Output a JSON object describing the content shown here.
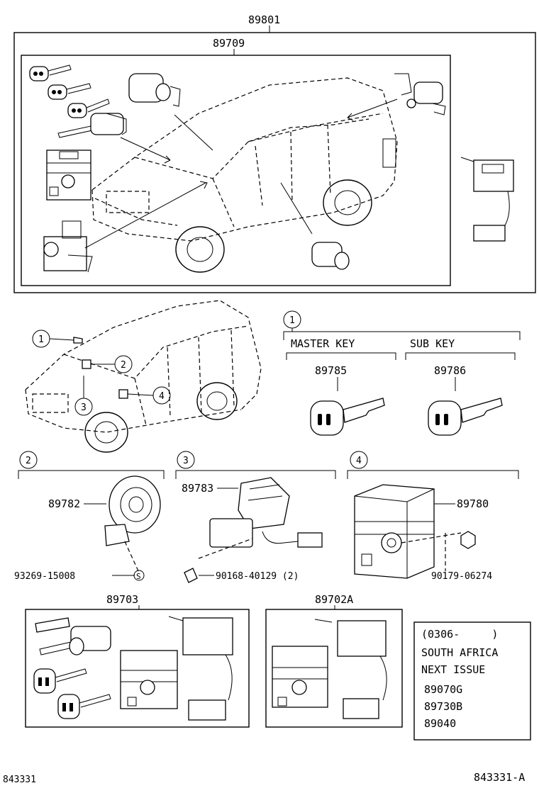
{
  "assembly": {
    "top_number": "89801",
    "inner_number": "89709"
  },
  "callouts": {
    "c1": "1",
    "c2": "2",
    "c3": "3",
    "c4": "4"
  },
  "key_section": {
    "callout": "1",
    "master_key_label": "MASTER KEY",
    "sub_key_label": "SUB KEY",
    "master_key_part": "89785",
    "sub_key_part": "89786"
  },
  "section2": {
    "callout": "2",
    "part": "89782",
    "bolt_part": "93269-15008",
    "bolt_symbol": "S"
  },
  "section3": {
    "callout": "3",
    "part": "89783",
    "screw_part": "90168-40129 (2)"
  },
  "section4": {
    "callout": "4",
    "part": "89780",
    "nut_part": "90179-06274"
  },
  "kit_a": {
    "part": "89703"
  },
  "kit_b": {
    "part": "89702A"
  },
  "info_box": {
    "line1": "(0306-     )",
    "line2": "SOUTH AFRICA",
    "line3": "NEXT ISSUE",
    "line4": "89070G",
    "line5": "89730B",
    "line6": "89040"
  },
  "footer": {
    "left_code": "843331",
    "right_code": "843331-A"
  },
  "icons": [
    "key-icon",
    "lock-cylinder-icon",
    "ecu-icon",
    "horn-icon",
    "sensor-icon",
    "bolt-icon",
    "nut-icon",
    "vehicle-icon"
  ]
}
